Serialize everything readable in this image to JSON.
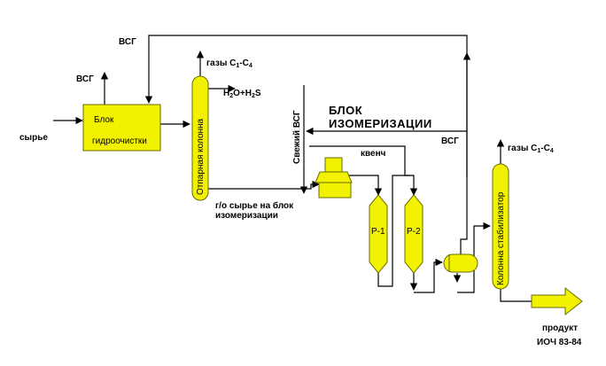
{
  "labels": {
    "vsg_top": "ВСГ",
    "vsg_left": "ВСГ",
    "feed": "сырье",
    "hydrotreat_line1": "Блок",
    "hydrotreat_line2": "гидроочистки",
    "stripper": "Отпарная колонна",
    "gases_stripper_prefix": "газы С",
    "gases_stripper_sub1": "1",
    "gases_stripper_mid": "-С",
    "gases_stripper_sub2": "4",
    "h2o_h2s_1": "Н",
    "h2o_h2s_sub1": "2",
    "h2o_h2s_2": "О+Н",
    "h2o_h2s_sub2": "2",
    "h2o_h2s_3": "S",
    "fresh_vsg": "Свежий ВСГ",
    "iso_block_line1": "БЛОК",
    "iso_block_line2": "ИЗОМЕРИЗАЦИИ",
    "vsg_recycle": "ВСГ",
    "quench": "квенч",
    "treated_feed_line1": "г/о сырье на блок",
    "treated_feed_line2": "изомеризации",
    "reactor1": "Р-1",
    "reactor2": "Р-2",
    "stabilizer": "Колонна стабилизатор",
    "gases_stab_prefix": "газы С",
    "gases_stab_sub1": "1",
    "gases_stab_mid": "-С",
    "gases_stab_sub2": "4",
    "product": "продукт",
    "product_code": "ИОЧ 83-84"
  },
  "colors": {
    "equipment_fill": "#f2f200",
    "equipment_stroke": "#6b6b00",
    "pipe": "#000000",
    "background": "#ffffff"
  }
}
